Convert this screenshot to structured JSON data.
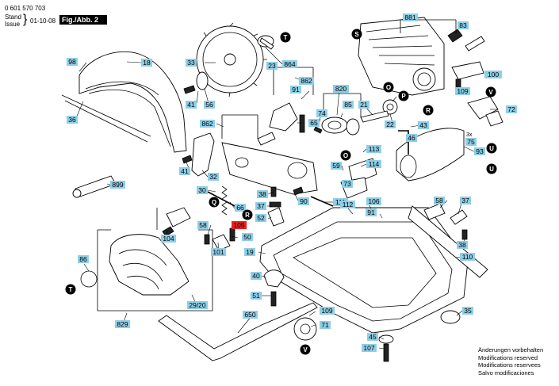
{
  "header": {
    "part_number": "0 601 570 703",
    "stand_label": "Stand",
    "issue_label": "Issue",
    "date": "01-10-08",
    "figure_label": "Fig./Abb. 2"
  },
  "notes": [
    "Änderungen vorbehalten",
    "Modifications reserved",
    "Modifications reservees",
    "Salvo modificaciones"
  ],
  "callouts": [
    {
      "label": "881"
    },
    {
      "label": "83"
    },
    {
      "label": "S"
    },
    {
      "label": "98"
    },
    {
      "label": "18"
    },
    {
      "label": "T"
    },
    {
      "label": "33"
    },
    {
      "label": "23"
    },
    {
      "label": "864"
    },
    {
      "label": "100"
    },
    {
      "label": "862"
    },
    {
      "label": "91"
    },
    {
      "label": "41"
    },
    {
      "label": "56"
    },
    {
      "label": "820"
    },
    {
      "label": "O"
    },
    {
      "label": "P"
    },
    {
      "label": "109"
    },
    {
      "label": "V"
    },
    {
      "label": "72"
    },
    {
      "label": "36"
    },
    {
      "label": "862"
    },
    {
      "label": "74"
    },
    {
      "label": "85"
    },
    {
      "label": "21"
    },
    {
      "label": "R"
    },
    {
      "label": "65"
    },
    {
      "label": "22"
    },
    {
      "label": "43"
    },
    {
      "label": "3x"
    },
    {
      "label": "75"
    },
    {
      "label": "46"
    },
    {
      "label": "93"
    },
    {
      "label": "U"
    },
    {
      "label": "41"
    },
    {
      "label": "113"
    },
    {
      "label": "114"
    },
    {
      "label": "59"
    },
    {
      "label": "32"
    },
    {
      "label": "73"
    },
    {
      "label": "899"
    },
    {
      "label": "30"
    },
    {
      "label": "38"
    },
    {
      "label": "90"
    },
    {
      "label": "111"
    },
    {
      "label": "58"
    },
    {
      "label": "37"
    },
    {
      "label": "112"
    },
    {
      "label": "106"
    },
    {
      "label": "91"
    },
    {
      "label": "37"
    },
    {
      "label": "52"
    },
    {
      "label": "66"
    },
    {
      "label": "R"
    },
    {
      "label": "Q"
    },
    {
      "label": "105"
    },
    {
      "label": "104"
    },
    {
      "label": "58"
    },
    {
      "label": "50"
    },
    {
      "label": "38"
    },
    {
      "label": "86"
    },
    {
      "label": "101"
    },
    {
      "label": "19"
    },
    {
      "label": "110"
    },
    {
      "label": "40"
    },
    {
      "label": "T"
    },
    {
      "label": "51"
    },
    {
      "label": "29/20"
    },
    {
      "label": "109"
    },
    {
      "label": "35"
    },
    {
      "label": "829"
    },
    {
      "label": "650"
    },
    {
      "label": "71"
    },
    {
      "label": "45"
    },
    {
      "label": "107"
    },
    {
      "label": "V"
    },
    {
      "label": "O"
    },
    {
      "label": "U"
    }
  ]
}
